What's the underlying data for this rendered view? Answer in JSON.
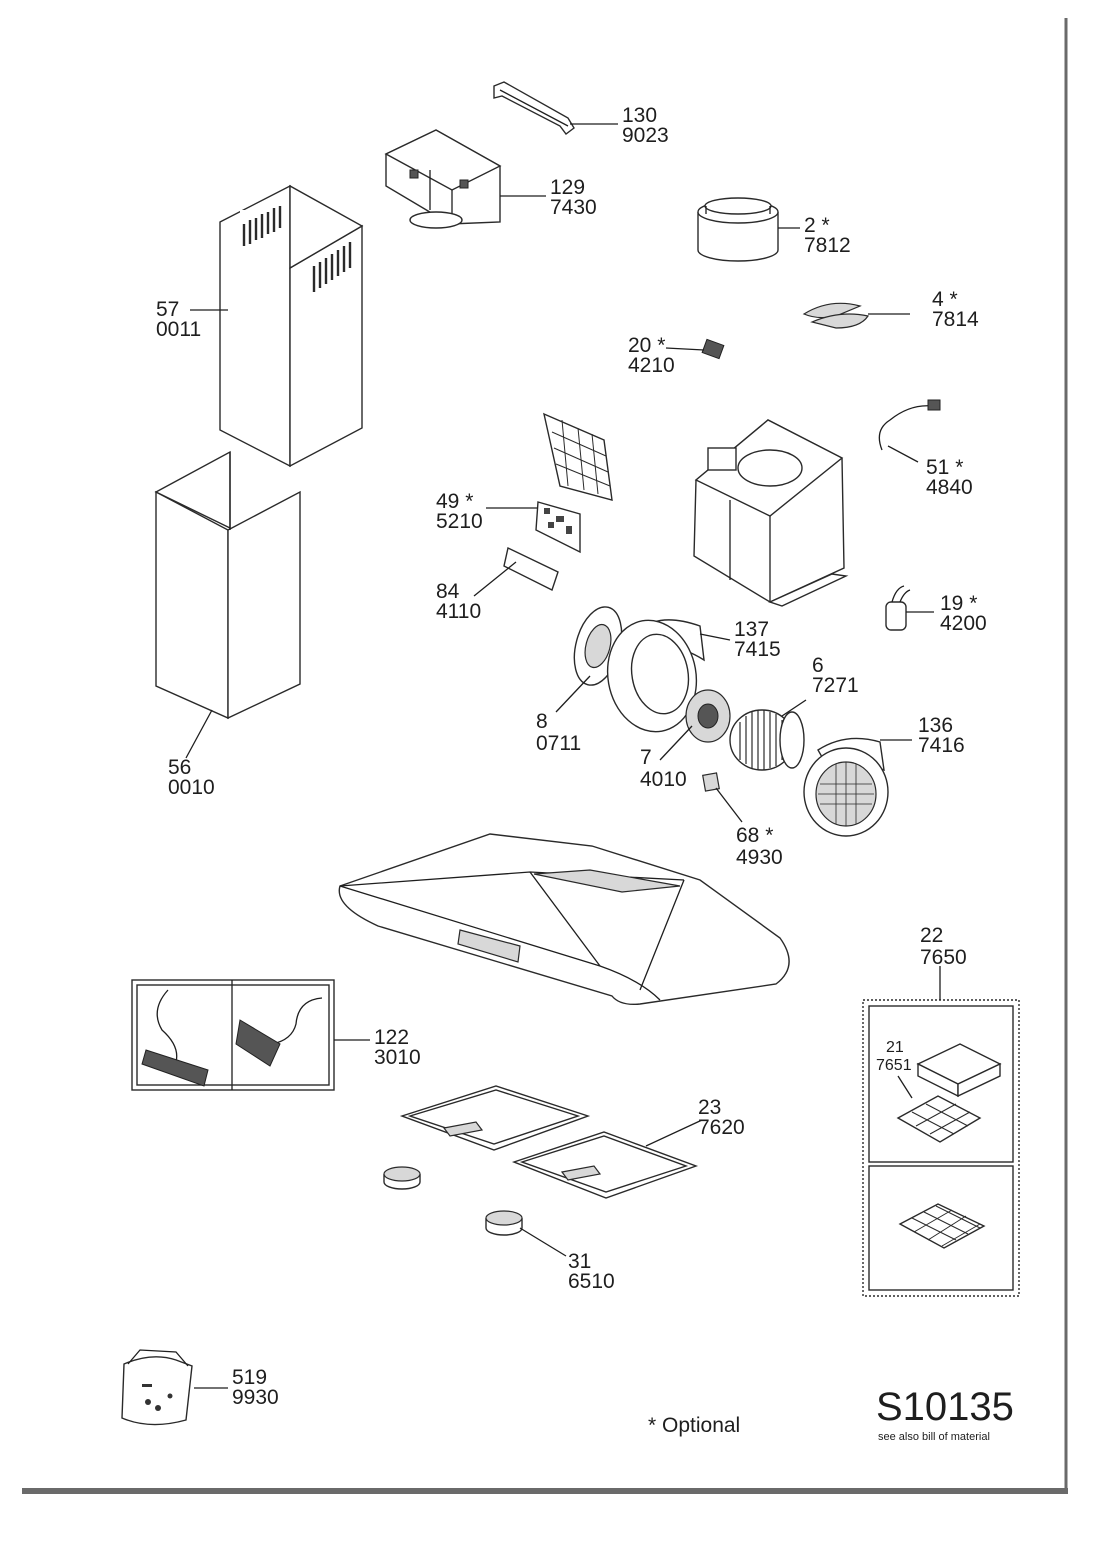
{
  "parts": [
    {
      "id": "p130",
      "num": "130",
      "code": "9023"
    },
    {
      "id": "p129",
      "num": "129",
      "code": "7430"
    },
    {
      "id": "p2",
      "num": "2 *",
      "code": "7812"
    },
    {
      "id": "p57",
      "num": "57",
      "code": "0011"
    },
    {
      "id": "p4",
      "num": "4 *",
      "code": "7814"
    },
    {
      "id": "p20",
      "num": "20 *",
      "code": "4210"
    },
    {
      "id": "p51",
      "num": "51 *",
      "code": "4840"
    },
    {
      "id": "p49",
      "num": "49 *",
      "code": "5210"
    },
    {
      "id": "p84",
      "num": "84",
      "code": "4110"
    },
    {
      "id": "p19",
      "num": "19 *",
      "code": "4200"
    },
    {
      "id": "p137",
      "num": "137",
      "code": "7415"
    },
    {
      "id": "p6",
      "num": "6",
      "code": "7271"
    },
    {
      "id": "p136",
      "num": "136",
      "code": "7416"
    },
    {
      "id": "p8",
      "num": "8",
      "code": "0711"
    },
    {
      "id": "p7",
      "num": "7",
      "code": "4010"
    },
    {
      "id": "p56",
      "num": "56",
      "code": "0010"
    },
    {
      "id": "p68",
      "num": "68 *",
      "code": "4930"
    },
    {
      "id": "p22",
      "num": "22",
      "code": "7650"
    },
    {
      "id": "p21",
      "num": "21",
      "code": "7651"
    },
    {
      "id": "p122",
      "num": "122",
      "code": "3010"
    },
    {
      "id": "p23",
      "num": "23",
      "code": "7620"
    },
    {
      "id": "p31",
      "num": "31",
      "code": "6510"
    },
    {
      "id": "p519",
      "num": "519",
      "code": "9930"
    }
  ],
  "footer": {
    "optional_note": "* Optional",
    "drawing_code": "S10135",
    "drawing_subtitle": "see also bill of material"
  }
}
